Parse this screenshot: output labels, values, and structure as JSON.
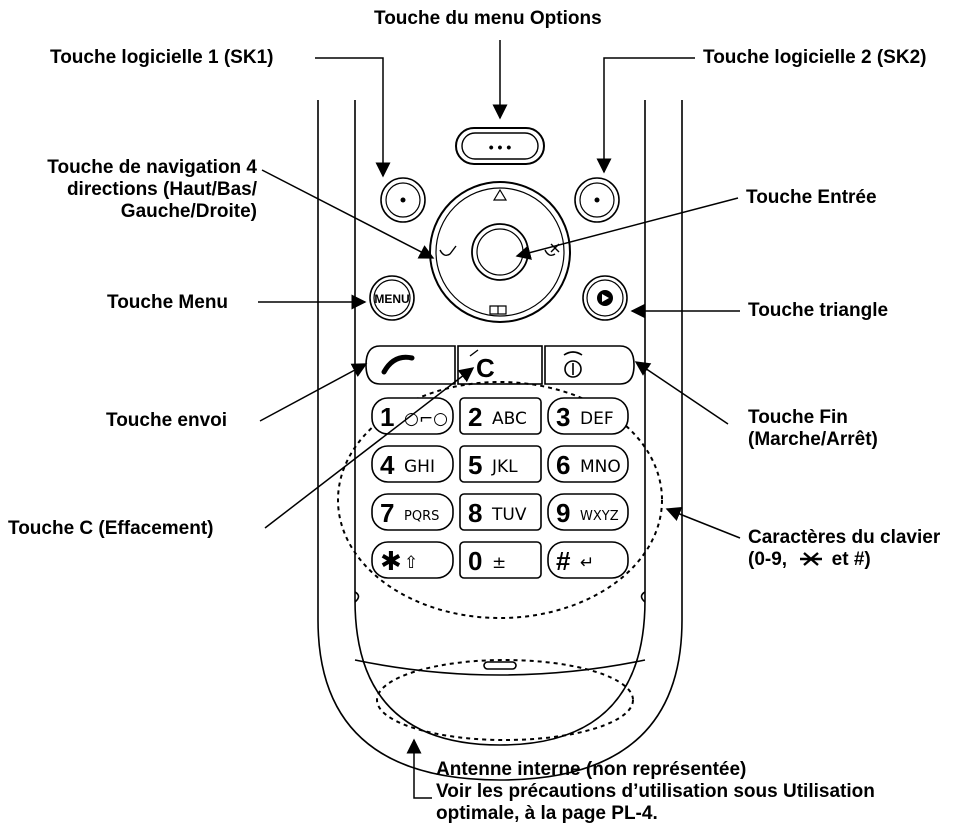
{
  "labels": {
    "options_menu_key": "Touche du menu Options",
    "softkey1": "Touche logicielle 1 (SK1)",
    "softkey2": "Touche logicielle 2 (SK2)",
    "nav_key_l1": "Touche de navigation 4",
    "nav_key_l2": "directions (Haut/Bas/",
    "nav_key_l3": "Gauche/Droite)",
    "enter_key": "Touche Entrée",
    "menu_key": "Touche Menu",
    "triangle_key": "Touche triangle",
    "send_key": "Touche envoi",
    "end_key_l1": "Touche Fin",
    "end_key_l2": "(Marche/Arrêt)",
    "clear_key": "Touche C (Effacement)",
    "keypad_chars_l1": "Caractères du clavier",
    "keypad_chars_l2a": "(0-9,",
    "keypad_chars_l2b": "et #)",
    "antenna_l1": "Antenne interne (non représentée)",
    "antenna_l2": "Voir les précautions d’utilisation sous Utilisation",
    "antenna_l3": "optimale, à la page PL-4."
  },
  "phone": {
    "options_button_glyph": "• • •",
    "menu_button_label": "MENU",
    "keypad": [
      {
        "digit": "1",
        "sub": "○⌐○"
      },
      {
        "digit": "2",
        "sub": "ABC"
      },
      {
        "digit": "3",
        "sub": "DEF"
      },
      {
        "digit": "4",
        "sub": "GHI"
      },
      {
        "digit": "5",
        "sub": "JKL"
      },
      {
        "digit": "6",
        "sub": "MNO"
      },
      {
        "digit": "7",
        "sub": "PQRS"
      },
      {
        "digit": "8",
        "sub": "TUV"
      },
      {
        "digit": "9",
        "sub": "WXYZ"
      },
      {
        "digit": "✱",
        "sub": "⇧"
      },
      {
        "digit": "0",
        "sub": "±"
      },
      {
        "digit": "#",
        "sub": "↵"
      }
    ]
  }
}
